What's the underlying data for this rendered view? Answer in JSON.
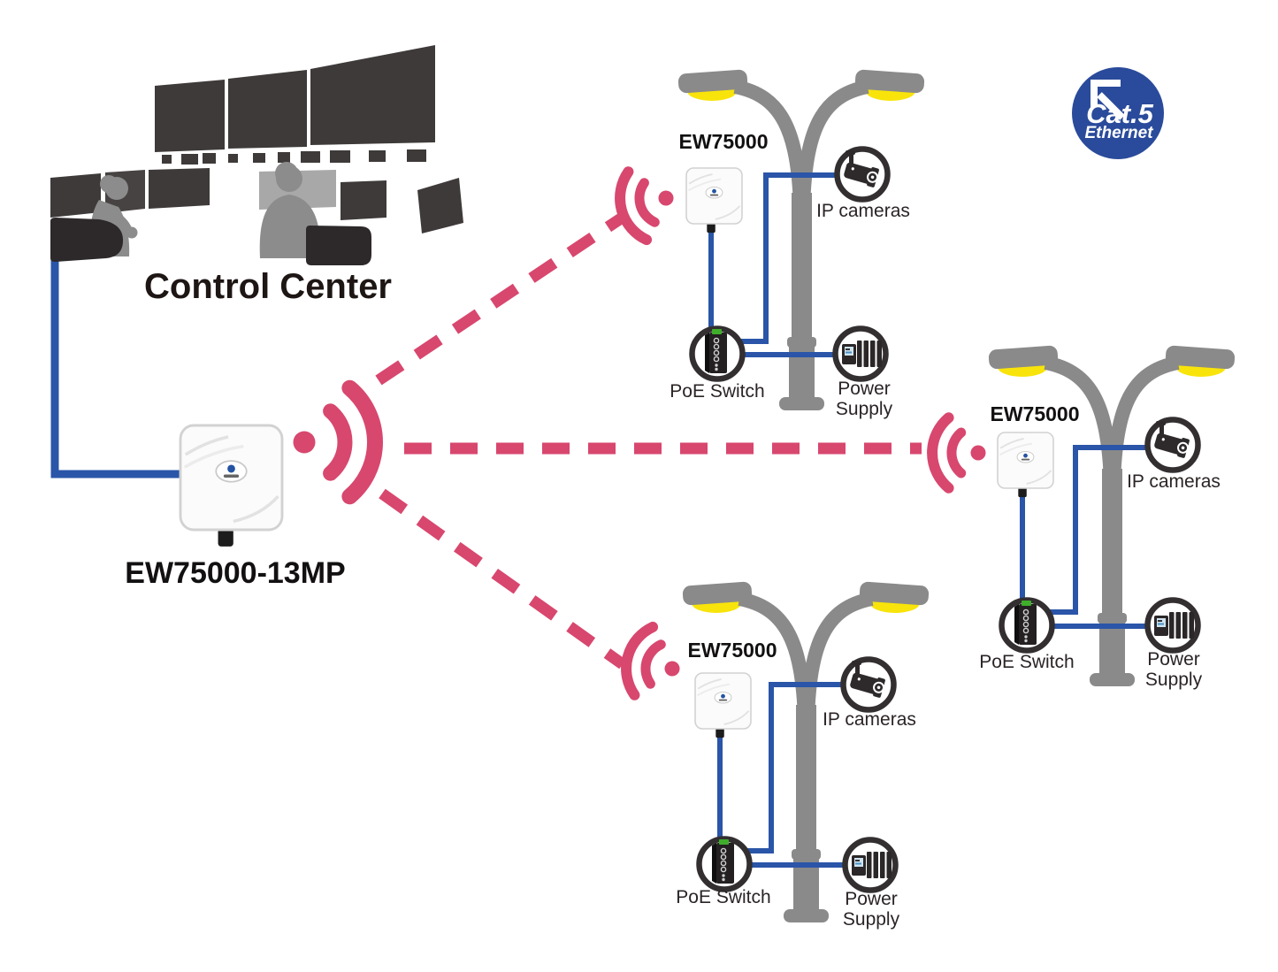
{
  "control_center": {
    "label": "Control Center"
  },
  "central_ap": {
    "model": "EW75000-13MP"
  },
  "cat5_badge": {
    "line1": "Cat.5",
    "line2": "Ethernet"
  },
  "poles": [
    {
      "position": "top",
      "ap_model": "EW75000",
      "camera_label": "IP cameras",
      "switch_label": "PoE Switch",
      "power_line1": "Power",
      "power_line2": "Supply"
    },
    {
      "position": "right",
      "ap_model": "EW75000",
      "camera_label": "IP cameras",
      "switch_label": "PoE Switch",
      "power_line1": "Power",
      "power_line2": "Supply"
    },
    {
      "position": "bottom",
      "ap_model": "EW75000",
      "camera_label": "IP cameras",
      "switch_label": "PoE Switch",
      "power_line1": "Power",
      "power_line2": "Supply"
    }
  ],
  "colors": {
    "wireless_pink": "#d8476e",
    "cable_blue": "#2a55a8",
    "pole_gray": "#8a8a8a",
    "lamp_yellow": "#f8e40a",
    "icon_ring_dark": "#332f30",
    "badge_blue": "#2a4b9b"
  },
  "icons": {
    "central_transmitter": "wifi-signal-icon",
    "pole_receivers": "wifi-signal-icon",
    "camera": "cctv-camera-icon",
    "switch": "poe-switch-icon",
    "power": "power-supply-icon",
    "badge_arrow": "up-left-arrow-icon"
  }
}
